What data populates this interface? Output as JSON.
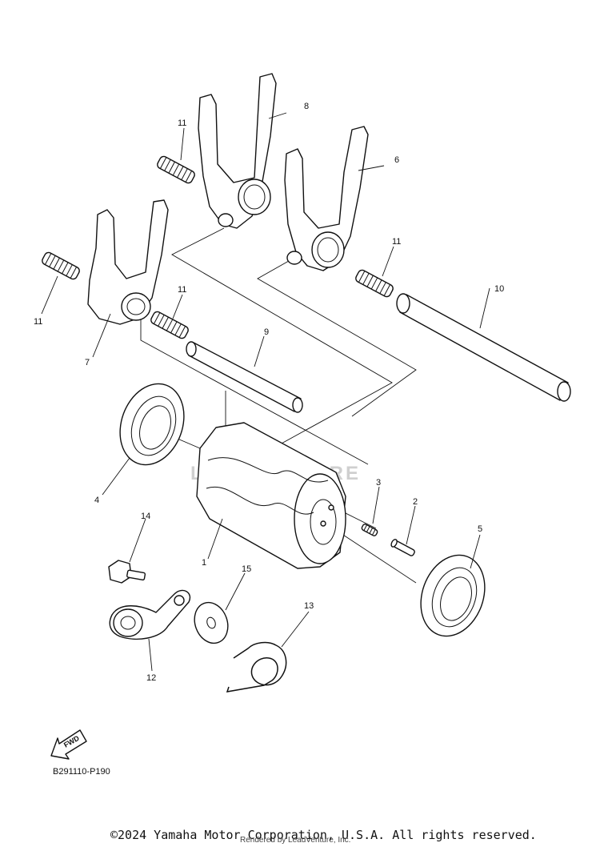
{
  "callouts": {
    "c1": "1",
    "c2": "2",
    "c3": "3",
    "c4": "4",
    "c5": "5",
    "c6": "6",
    "c7": "7",
    "c8": "8",
    "c9": "9",
    "c10": "10",
    "c11a": "11",
    "c11b": "11",
    "c11c": "11",
    "c11d": "11",
    "c12": "12",
    "c13": "13",
    "c14": "14",
    "c15": "15"
  },
  "fwd_label": "FWD",
  "reference_code": "B291110-P190",
  "copyright": "©2024 Yamaha Motor Corporation, U.S.A. All rights reserved.",
  "rendered_by": "Rendered by LeadVenture, Inc.",
  "watermark": "LEADVENTURE"
}
